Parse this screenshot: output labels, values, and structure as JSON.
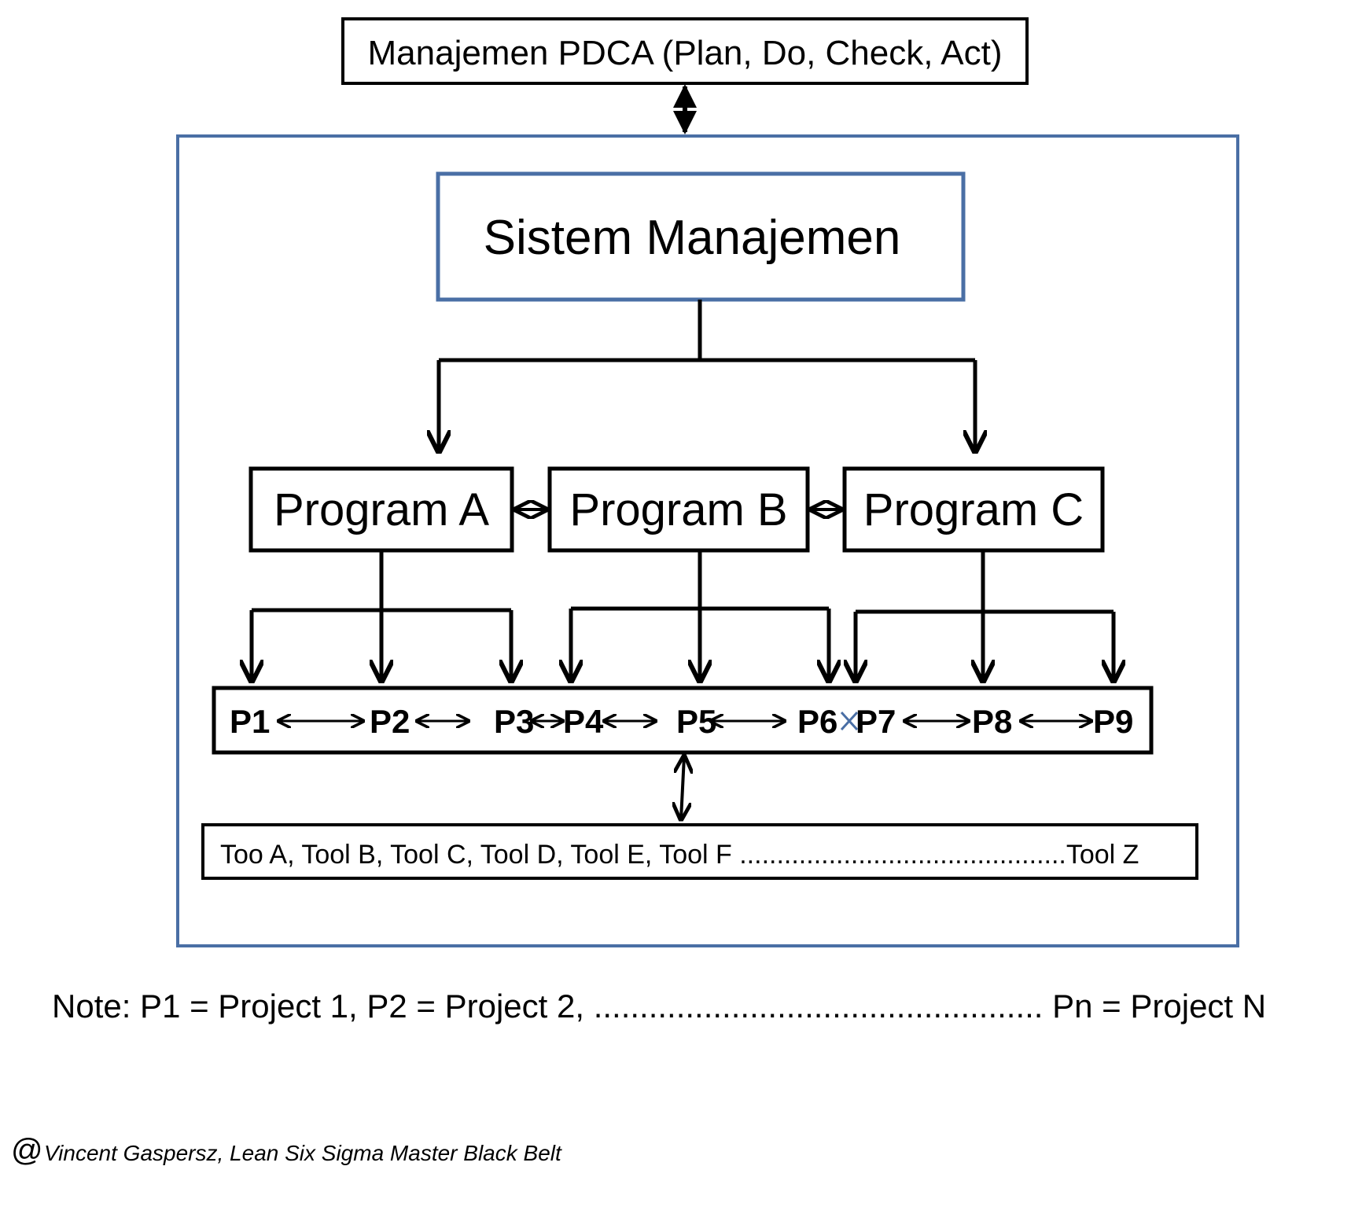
{
  "pdca": {
    "label": "Manajemen PDCA (Plan, Do, Check, Act)"
  },
  "system": {
    "label": "Sistem Manajemen"
  },
  "programs": [
    {
      "label": "Program A"
    },
    {
      "label": "Program B"
    },
    {
      "label": "Program C"
    }
  ],
  "projects": [
    "P1",
    "P2",
    "P3",
    "P4",
    "P5",
    "P6",
    "P7",
    "P8",
    "P9"
  ],
  "tools": {
    "label": "Too A, Tool B, Tool C, Tool D, Tool E, Tool F ............................................Tool  Z"
  },
  "note": "Note: P1 = Project 1, P2 = Project 2, ................................................. Pn = Project N",
  "credit": {
    "symbol": "@",
    "text": "Vincent Gaspersz, Lean Six Sigma Master Black Belt"
  },
  "colors": {
    "frame": "#4a6fa5",
    "line": "#000000",
    "cross": "#4a6fa5"
  }
}
